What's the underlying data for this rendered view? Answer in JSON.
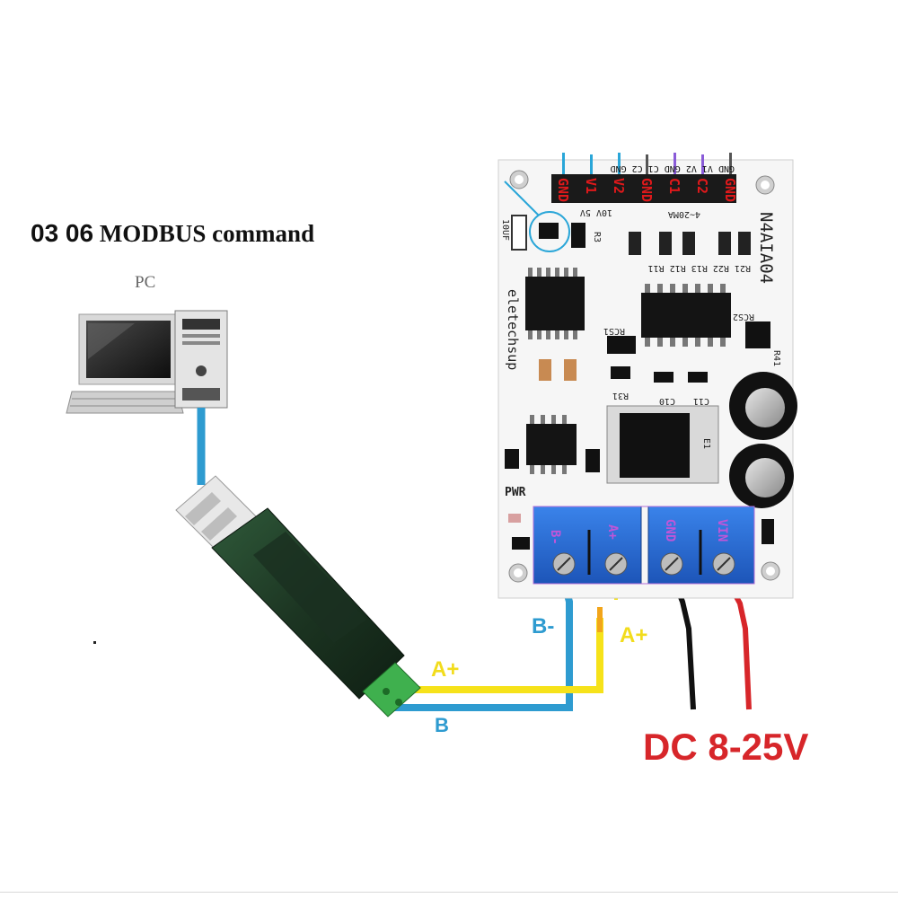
{
  "title": {
    "numbers": "03 06",
    "text": "MODBUS command"
  },
  "pc_label": "PC",
  "board": {
    "model": "N4AIA04",
    "brand": "eletechsup",
    "pin_labels": [
      "GND",
      "V1",
      "V2",
      "GND",
      "C1",
      "C2",
      "GND"
    ],
    "silk_top": "GND V1 V2 GND C1 C2 GND",
    "range_v": "10V 5V",
    "range_c": "4~20MA",
    "pwr_label": "PWR",
    "terminal_labels": [
      "B-",
      "A+",
      "GND",
      "VIN"
    ],
    "comp_labels": {
      "cap": "10UF",
      "r3": "R3",
      "rcs1": "RCS1",
      "rcs2": "RCS2",
      "r31": "R31",
      "c10": "C10",
      "c11": "C11",
      "r21": "R21 R22 R13 R12 R11",
      "r41": "R41",
      "e1": "E1"
    }
  },
  "wire_labels": {
    "b_top": "B-",
    "a_top": "A+",
    "a_left": "A+",
    "b_left": "B"
  },
  "power_label": "DC 8-25V",
  "colors": {
    "blue_wire": "#2e9bd0",
    "yellow_wire": "#f6e21a",
    "red_wire": "#d7262a",
    "black_wire": "#111111",
    "terminal_blue": "#2a6bd8",
    "usb_green": "#1f3b27",
    "pin_red": "#e0191b"
  }
}
